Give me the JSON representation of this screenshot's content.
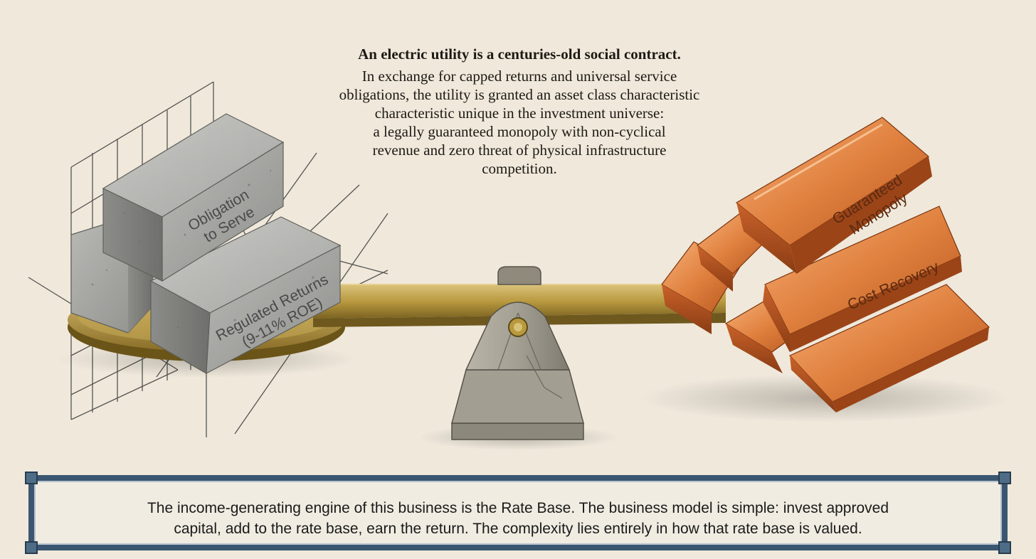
{
  "intro": {
    "heading": "An electric utility is a centuries-old social contract.",
    "body_lines": [
      "In exchange for capped returns and universal service",
      "obligations, the utility is granted an asset class characteristic",
      "characteristic unique in the investment universe:",
      "a legally guaranteed monopoly with non-cyclical",
      "revenue and zero threat of physical infrastructure",
      "competition."
    ]
  },
  "left_side": {
    "material": "concrete",
    "blocks": [
      {
        "label_lines": [
          "Obligation",
          "to Serve"
        ]
      },
      {
        "label_lines": [
          "Regulated Returns",
          "(9-11% ROE)"
        ]
      }
    ]
  },
  "right_side": {
    "material": "copper",
    "bars": [
      {
        "label_lines": [
          "Guaranteed",
          "Monopoly"
        ]
      },
      {
        "label_lines": [
          "Cost Recovery"
        ]
      }
    ]
  },
  "caption": {
    "lines": [
      "The income-generating engine of this business is the Rate Base. The business model is simple: invest approved",
      "capital, add to the rate base, earn the return. The complexity lies entirely in how that rate base is valued."
    ]
  },
  "colors": {
    "background": "#efe8db",
    "concrete": "#a9a9a6",
    "brass": "#b8993f",
    "copper": "#d9773a",
    "frame": "#3a5670"
  }
}
